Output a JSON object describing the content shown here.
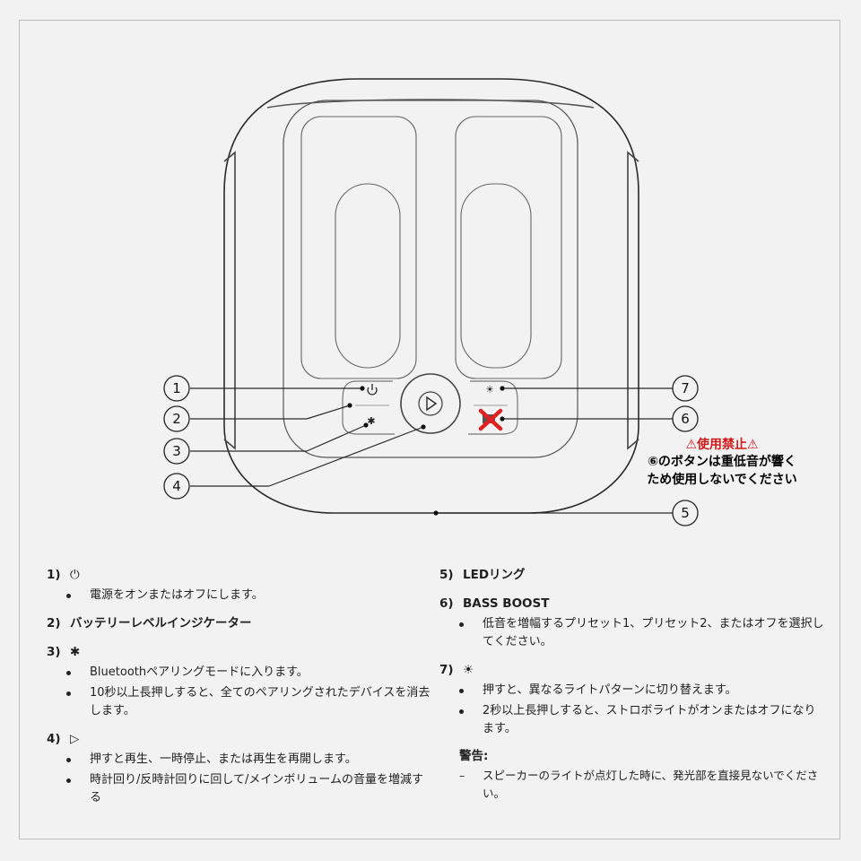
{
  "warning": {
    "title": "⚠使用禁止⚠",
    "line1": "⑥のボタンは重低音が響く",
    "line2": "ため使用しないでください"
  },
  "callouts": [
    "1",
    "2",
    "3",
    "4",
    "5",
    "6",
    "7"
  ],
  "left_items": [
    {
      "num": "1)",
      "symbol": "⏻",
      "title": "",
      "bullets": [
        "電源をオンまたはオフにします。"
      ]
    },
    {
      "num": "2)",
      "symbol": "",
      "title": "バッテリーレベルインジケーター",
      "bullets": []
    },
    {
      "num": "3)",
      "symbol": "✱",
      "title": "",
      "bullets": [
        "Bluetoothペアリングモードに入ります。",
        "10秒以上長押しすると、全てのペアリングされたデバイスを消去します。"
      ]
    },
    {
      "num": "4)",
      "symbol": "▷",
      "title": "",
      "bullets": [
        "押すと再生、一時停止、または再生を再開します。",
        "時計回り/反時計回りに回して/メインボリュームの音量を増減する"
      ]
    }
  ],
  "right_items": [
    {
      "num": "5)",
      "symbol": "",
      "title": "LEDリング",
      "bullets": []
    },
    {
      "num": "6)",
      "symbol": "",
      "title": "BASS BOOST",
      "bullets": [
        "低音を増幅するプリセット1、プリセット2、またはオフを選択してください。"
      ]
    },
    {
      "num": "7)",
      "symbol": "☀",
      "title": "",
      "bullets": [
        "押すと、異なるライトパターンに切り替えます。",
        "2秒以上長押しすると、ストロボライトがオンまたはオフになります。"
      ]
    }
  ],
  "caution": {
    "title": "警告:",
    "text": "スピーカーのライトが点灯した時に、発光部を直接見ないでください。"
  },
  "colors": {
    "warning_red": "#d11a1a",
    "cross_red": "#e02020"
  }
}
